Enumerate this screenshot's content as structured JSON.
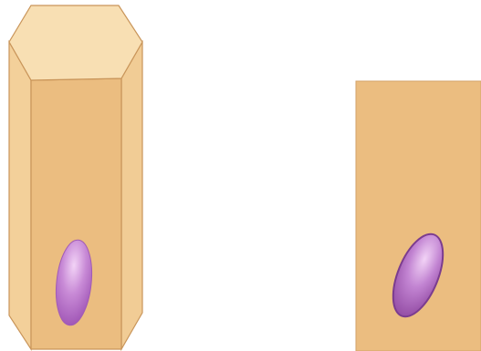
{
  "colors": {
    "background": "#ffffff",
    "cell_top_face": "#f8dfb3",
    "cell_front_face": "#ebbd80",
    "cell_side_face": "#f4d4a0",
    "cell_outline": "#c9955a",
    "nucleus_fill": "#b46ac4",
    "nucleus_highlight": "#e7b9ee",
    "nucleus_outline": "#7b3c8f"
  },
  "diagram": {
    "cells": [
      {
        "id": "columnar-cell",
        "shape": "hexagonal-prism",
        "nucleus_shape": "oval"
      },
      {
        "id": "cell-cross-section",
        "shape": "rectangle",
        "nucleus_shape": "oval"
      }
    ]
  }
}
